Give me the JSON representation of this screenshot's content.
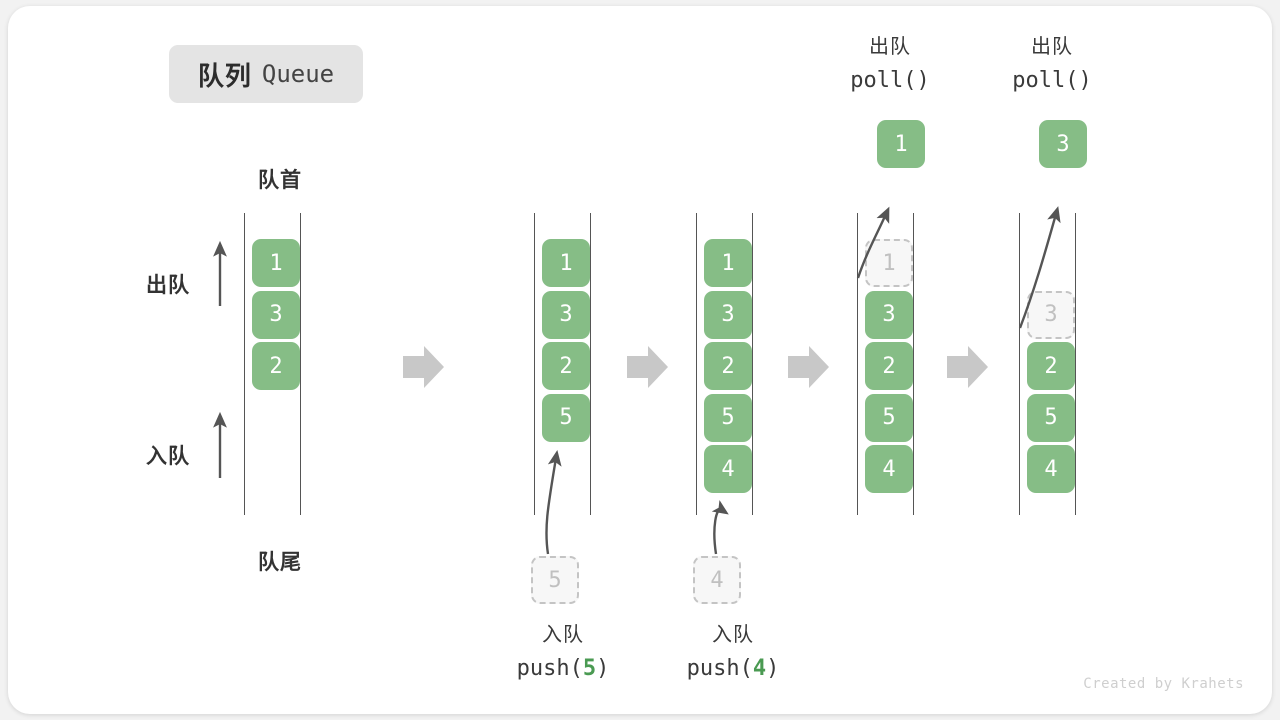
{
  "title": {
    "cn": "队列",
    "en": "Queue"
  },
  "labels": {
    "head": "队首",
    "tail": "队尾",
    "dequeue": "出队",
    "enqueue": "入队"
  },
  "colors": {
    "element": "#86bd86",
    "ghost_fill": "#f7f7f7",
    "ghost_border": "#c4c4c4",
    "rail": "#555555",
    "flow_arrow": "#c8c8c8",
    "accent_number": "#4a9a52",
    "badge_bg": "#e4e4e4",
    "text": "#333333"
  },
  "top_ops": [
    {
      "cn": "出队",
      "code": "poll()"
    },
    {
      "cn": "出队",
      "code": "poll()"
    }
  ],
  "bottom_ops": [
    {
      "cn": "入队",
      "code_prefix": "push(",
      "code_num": "5",
      "code_suffix": ")"
    },
    {
      "cn": "入队",
      "code_prefix": "push(",
      "code_num": "4",
      "code_suffix": ")"
    }
  ],
  "columns": [
    {
      "name": "initial",
      "elements": [
        "1",
        "3",
        "2"
      ],
      "ghost_slot": null,
      "incoming_ghost": null,
      "popped": null
    },
    {
      "name": "after-push-5",
      "elements": [
        "1",
        "3",
        "2",
        "5"
      ],
      "ghost_slot": null,
      "incoming_ghost": "5",
      "popped": null
    },
    {
      "name": "after-push-4",
      "elements": [
        "1",
        "3",
        "2",
        "5",
        "4"
      ],
      "ghost_slot": null,
      "incoming_ghost": "4",
      "popped": null
    },
    {
      "name": "after-poll-1",
      "elements": [
        "3",
        "2",
        "5",
        "4"
      ],
      "ghost_slot": "1",
      "incoming_ghost": null,
      "popped": "1"
    },
    {
      "name": "after-poll-3",
      "elements": [
        "2",
        "5",
        "4"
      ],
      "ghost_slot": "3",
      "incoming_ghost": null,
      "popped": "3"
    }
  ],
  "flow_arrows": 4,
  "watermark": "Created by Krahets"
}
